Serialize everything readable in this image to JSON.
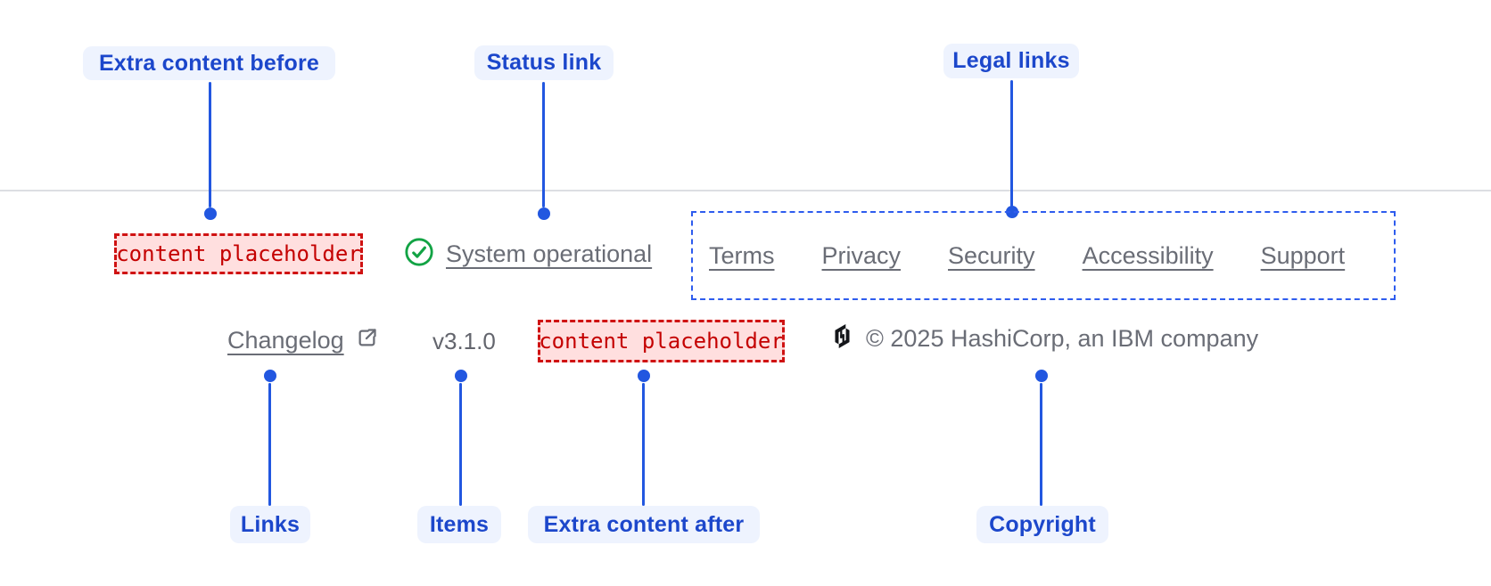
{
  "colors": {
    "annotation_blue": "#1c47cb",
    "connector_blue": "#2257e0",
    "legal_outline_blue": "#2e5cee",
    "placeholder_red": "#c40000",
    "placeholder_bg": "#ffdfdf",
    "status_green": "#12a344",
    "link_gray": "#6a6d76",
    "logo_black": "#14161a",
    "divider_gray": "#dcdee3"
  },
  "callouts": {
    "extra_content_before": "Extra content before",
    "status_link": "Status link",
    "legal_links": "Legal links",
    "links": "Links",
    "items": "Items",
    "extra_content_after": "Extra content after",
    "copyright": "Copyright"
  },
  "footer": {
    "extra_content_before_placeholder": "content placeholder",
    "status": {
      "label": "System operational",
      "icon": "check-circle-icon"
    },
    "legal_links": [
      "Terms",
      "Privacy",
      "Security",
      "Accessibility",
      "Support"
    ],
    "links": {
      "changelog_label": "Changelog",
      "external_icon": "external-link-icon"
    },
    "items": {
      "version": "v3.1.0"
    },
    "extra_content_after_placeholder": "content placeholder",
    "copyright": {
      "logo": "hashicorp-logo",
      "text": "© 2025 HashiCorp, an IBM company"
    }
  }
}
